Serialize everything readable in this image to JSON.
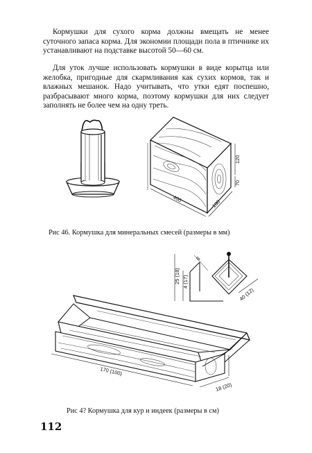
{
  "paragraphs": {
    "p1": "Кормушки для сухого корма должны вмещать не менее суточного запаса корма. Для экономии площади пола в птичнике их устанавливают на подставке высотой 50—60 см.",
    "p2": "Для уток лучше использовать кормушки в виде корытца или желобка, пригодные для скармливания как сухих кормов, так и влажных мешанок. Надо учитывать, что утки едят поспешно, разбрасывают много корма, поэтому кормушки для них следует заполнять не более чем на одну треть."
  },
  "figure46": {
    "caption": "Рис 46. Кормушка для минеральных смесей (размеры в мм)",
    "dims": {
      "length": "400",
      "depth": "180",
      "h1": "120",
      "h2": "70"
    }
  },
  "figure47": {
    "caption": "Рис 4? Кормушка для кур и индеек (размеры в см)",
    "dims": {
      "length": "170 (100)",
      "width": "18 (20)",
      "height": "25 (18)",
      "inner": "8",
      "depth": "4 (17)",
      "side": "40 (12)"
    }
  },
  "page": {
    "number": "112"
  }
}
